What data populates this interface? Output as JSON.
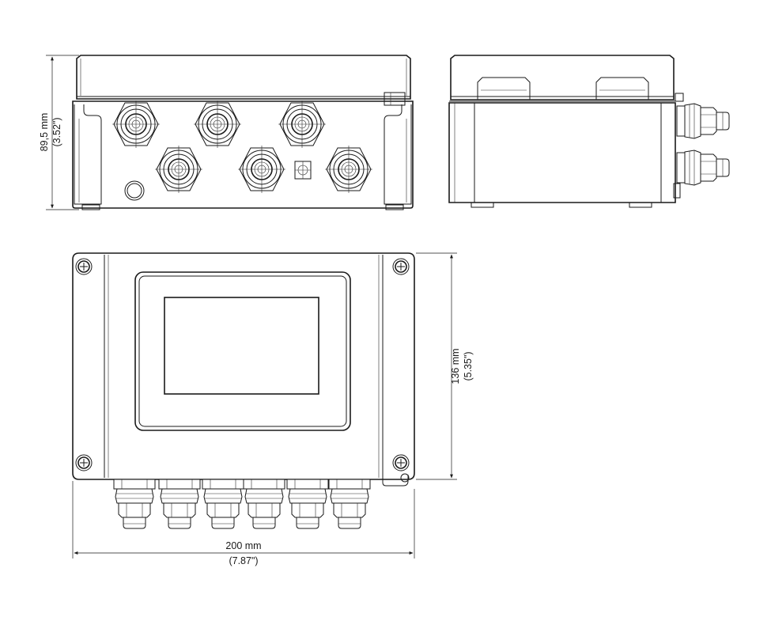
{
  "dimensions": {
    "height_front": {
      "mm": "89,5 mm",
      "inch": "(3.52\")"
    },
    "height_top": {
      "mm": "136 mm",
      "inch": "(5.35\")"
    },
    "width": {
      "mm": "200 mm",
      "inch": "(7.87\")"
    }
  },
  "colors": {
    "line": "#1a1a1a",
    "background": "#ffffff"
  }
}
